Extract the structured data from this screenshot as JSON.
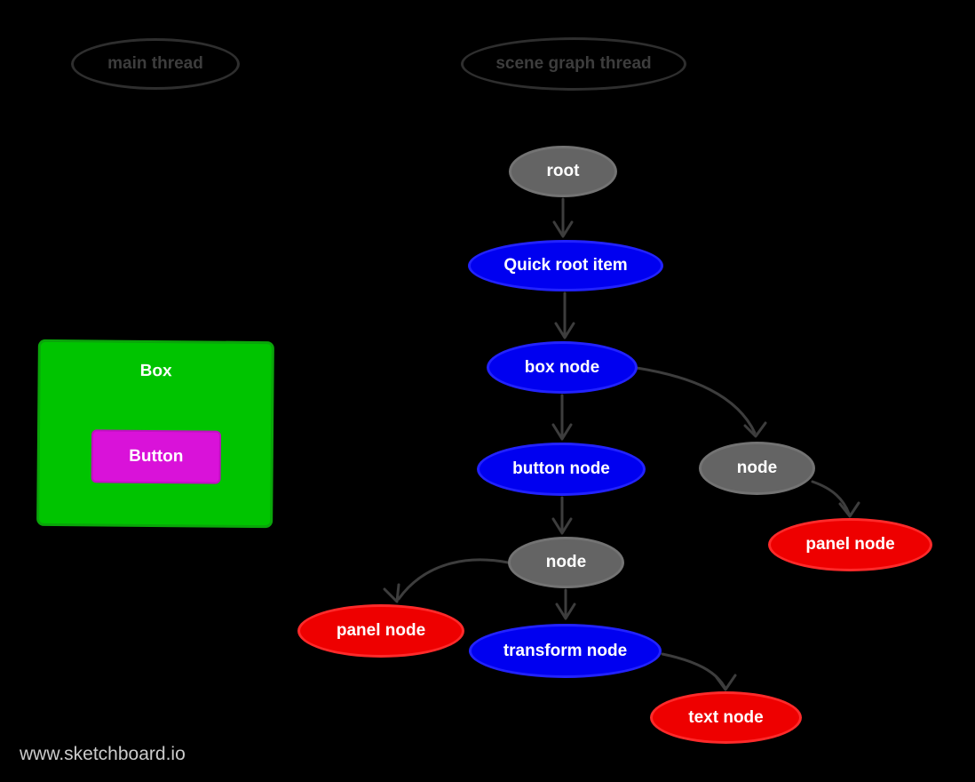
{
  "watermark": "www.sketchboard.io",
  "threads": {
    "main": {
      "label": "main thread"
    },
    "scene": {
      "label": "scene graph thread"
    }
  },
  "box": {
    "label": "Box",
    "button_label": "Button"
  },
  "nodes": {
    "root": "root",
    "quick_root_item": "Quick root item",
    "box_node": "box node",
    "button_node": "button node",
    "node_mid": "node",
    "node_right": "node",
    "panel_node_right": "panel node",
    "panel_node_left": "panel node",
    "transform_node": "transform node",
    "text_node": "text node"
  },
  "edges": [
    {
      "from": "root",
      "to": "Quick root item"
    },
    {
      "from": "Quick root item",
      "to": "box node"
    },
    {
      "from": "box node",
      "to": "button node"
    },
    {
      "from": "box node",
      "to": "node (right)"
    },
    {
      "from": "button node",
      "to": "node (mid)"
    },
    {
      "from": "node (mid)",
      "to": "panel node (left)"
    },
    {
      "from": "node (mid)",
      "to": "transform node"
    },
    {
      "from": "node (right)",
      "to": "panel node (right)"
    },
    {
      "from": "transform node",
      "to": "text node"
    }
  ],
  "palette": {
    "background": "#000000",
    "gray_node_fill": "#646464",
    "gray_node_border": "#737373",
    "blue_node_fill": "#0000f0",
    "blue_node_border": "#2222ff",
    "red_node_fill": "#ee0000",
    "red_node_border": "#ff2a2a",
    "green_box_fill": "#00c400",
    "magenta_button_fill": "#d912d9",
    "arrow_color": "#3d3d3d",
    "thread_outline": "#2e2e2e",
    "thread_text": "#3d3d3d",
    "node_text": "#ffffff",
    "watermark_text": "#cbcbcb"
  }
}
